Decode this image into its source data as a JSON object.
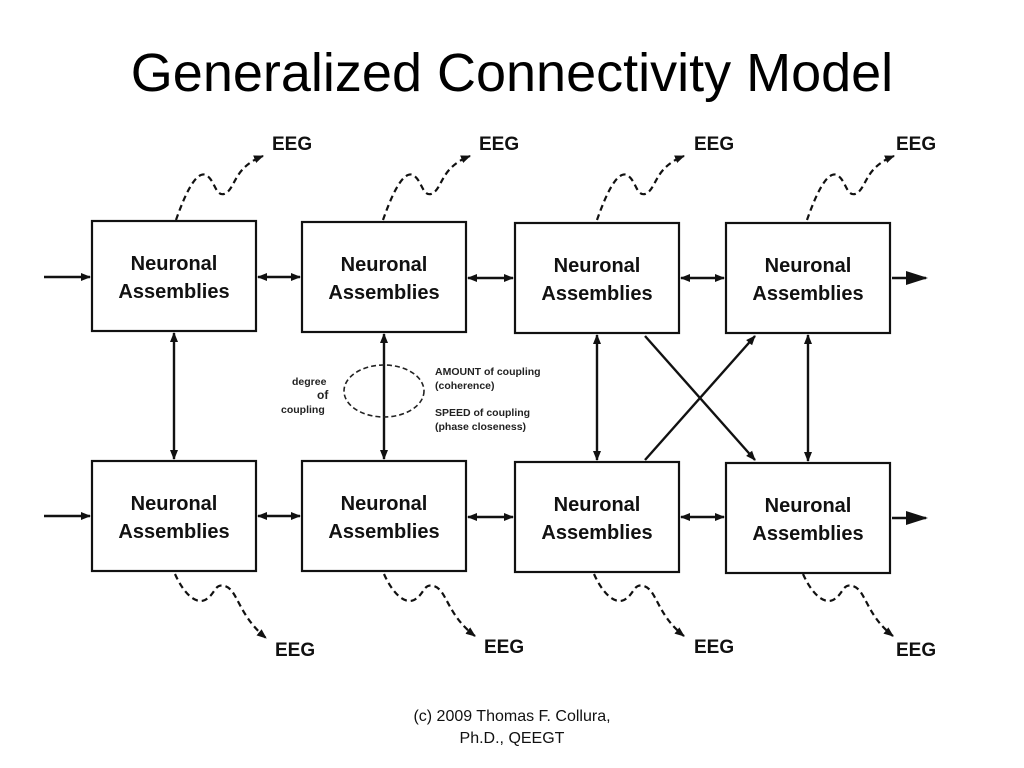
{
  "slide": {
    "title": "Generalized Connectivity Model",
    "footer": {
      "line1": "(c) 2009 Thomas F. Collura,",
      "line2": "Ph.D., QEEGT"
    }
  },
  "diagram": {
    "box_label_line1": "Neuronal",
    "box_label_line2": "Assemblies",
    "eeg_label": "EEG",
    "rows": [
      {
        "id": "top",
        "boxes": [
          "Neuronal Assemblies",
          "Neuronal Assemblies",
          "Neuronal Assemblies",
          "Neuronal Assemblies"
        ]
      },
      {
        "id": "bottom",
        "boxes": [
          "Neuronal Assemblies",
          "Neuronal Assemblies",
          "Neuronal Assemblies",
          "Neuronal Assemblies"
        ]
      }
    ],
    "legend": {
      "degree": "degree",
      "of": "of",
      "coupling": "coupling",
      "amount_line1": "AMOUNT of coupling",
      "amount_line2": "(coherence)",
      "speed_line1": "SPEED of coupling",
      "speed_line2": "(phase closeness)"
    },
    "colors": {
      "stroke": "#111111",
      "box_fill": "#ffffff"
    }
  }
}
